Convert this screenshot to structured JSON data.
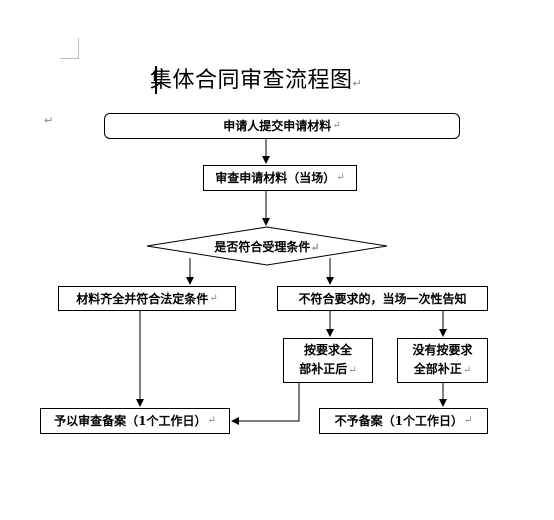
{
  "document": {
    "title": "集体合同审查流程图",
    "return_mark": "↵",
    "paragraph_mark": "↵"
  },
  "flowchart": {
    "step_submit": "申请人提交申请材料",
    "step_review": "审查申请材料（当场）",
    "decision": "是否符合受理条件",
    "branch_yes": "材料齐全并符合法定条件",
    "branch_no": "不符合要求的，当场一次性告知",
    "supplement_done_line1": "按要求全",
    "supplement_done_line2": "部补正后",
    "supplement_not_line1": "没有按要求",
    "supplement_not_line2": "全部补正",
    "result_approve": "予以审查备案（1个工作日）",
    "result_reject": "不予备案（1个工作日）"
  }
}
